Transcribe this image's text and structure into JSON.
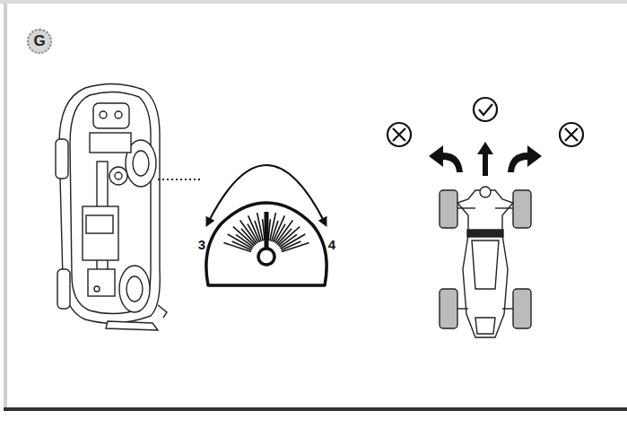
{
  "diagram": {
    "nodes": [
      {
        "text": [
          "G"
        ]
      }
    ],
    "labels": [
      "3",
      "4"
    ]
  }
}
